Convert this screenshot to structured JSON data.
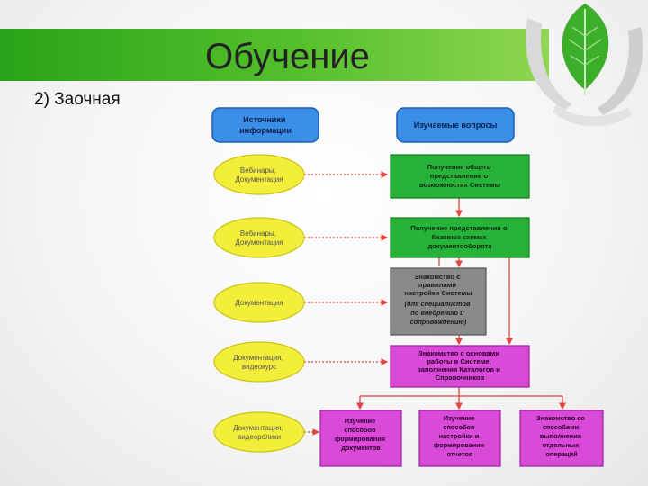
{
  "slide": {
    "title": "Обучение",
    "subtitle": "2) Заочная"
  },
  "diagram": {
    "header_left": [
      "Источники",
      "информации"
    ],
    "header_right": "Изучаемые вопросы",
    "sources": [
      [
        "Вебинары,",
        "Документация"
      ],
      [
        "Вебинары,",
        "Документация"
      ],
      [
        "Документация"
      ],
      [
        "Документация,",
        "видеокурс"
      ],
      [
        "Документация,",
        "видеоролики"
      ]
    ],
    "topics": [
      [
        "Получение общего",
        "представления о",
        "возможностях Системы"
      ],
      [
        "Получение представления о",
        "базовых схемах",
        "документооборота"
      ],
      [
        "Знакомство с",
        "правилами",
        "настройки Системы"
      ],
      [
        "Знакомство с основами",
        "работы в Системе,",
        "заполнения Каталогов и",
        "Справочников"
      ]
    ],
    "topic3_note": [
      "(для специалистов",
      "по внедрению и",
      "сопровождению)"
    ],
    "bottom": [
      [
        "Изучение",
        "способов",
        "формирования",
        "документов"
      ],
      [
        "Изучение",
        "способов",
        "настройки и",
        "формирования",
        "отчетов"
      ],
      [
        "Знакомство со",
        "способами",
        "выполнения",
        "отдельных",
        "операций"
      ]
    ]
  },
  "colors": {
    "band": "#3db024",
    "blue": "#3a8ee6",
    "yellow": "#f2ee3a",
    "green": "#27b33a",
    "gray": "#8a8a8a",
    "magenta": "#d94ad9",
    "arrow_red": "#e0463c"
  }
}
